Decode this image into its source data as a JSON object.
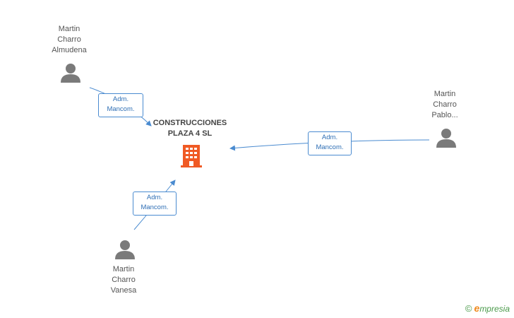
{
  "company": {
    "name": "CONSTRUCCIONES\nPLAZA 4 SL",
    "icon": "building-icon",
    "color": "#f05a24"
  },
  "people": [
    {
      "id": "almudena",
      "name": "Martin\nCharro\nAlmudena",
      "icon": "person-icon"
    },
    {
      "id": "pablo",
      "name": "Martin\nCharro\nPablo...",
      "icon": "person-icon"
    },
    {
      "id": "vanesa",
      "name": "Martin\nCharro\nVanesa",
      "icon": "person-icon"
    }
  ],
  "edges": [
    {
      "from": "almudena",
      "label": "Adm.\nMancom."
    },
    {
      "from": "pablo",
      "label": "Adm.\nMancom."
    },
    {
      "from": "vanesa",
      "label": "Adm.\nMancom."
    }
  ],
  "colors": {
    "edge": "#4a8bd0",
    "person": "#7a7a7a"
  },
  "watermark": {
    "copyright": "©",
    "brand_first": "e",
    "brand_rest": "mpresia"
  }
}
